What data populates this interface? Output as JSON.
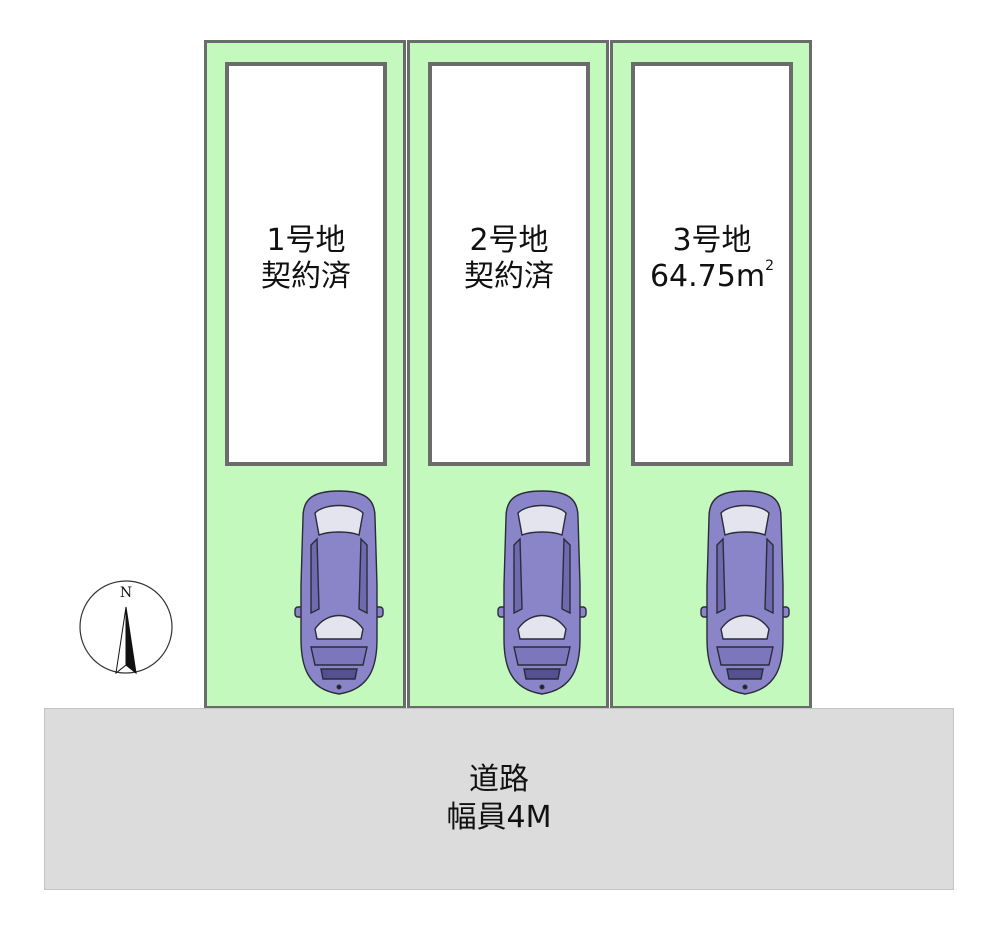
{
  "lots": [
    {
      "name": "1号地",
      "status": "契約済"
    },
    {
      "name": "2号地",
      "status": "契約済"
    },
    {
      "name": "3号地",
      "area": "64.75",
      "area_unit": "m",
      "area_unit_sup": "2"
    }
  ],
  "road": {
    "label": "道路",
    "width": "幅員4M"
  },
  "compass": {
    "north_label": "N"
  },
  "colors": {
    "lot_fill": "#c3f9bc",
    "border": "#6b6b6b",
    "road_fill": "#dcdcdc",
    "car_body": "#8a84c8"
  },
  "icons": [
    "car-icon",
    "north-arrow-icon"
  ]
}
